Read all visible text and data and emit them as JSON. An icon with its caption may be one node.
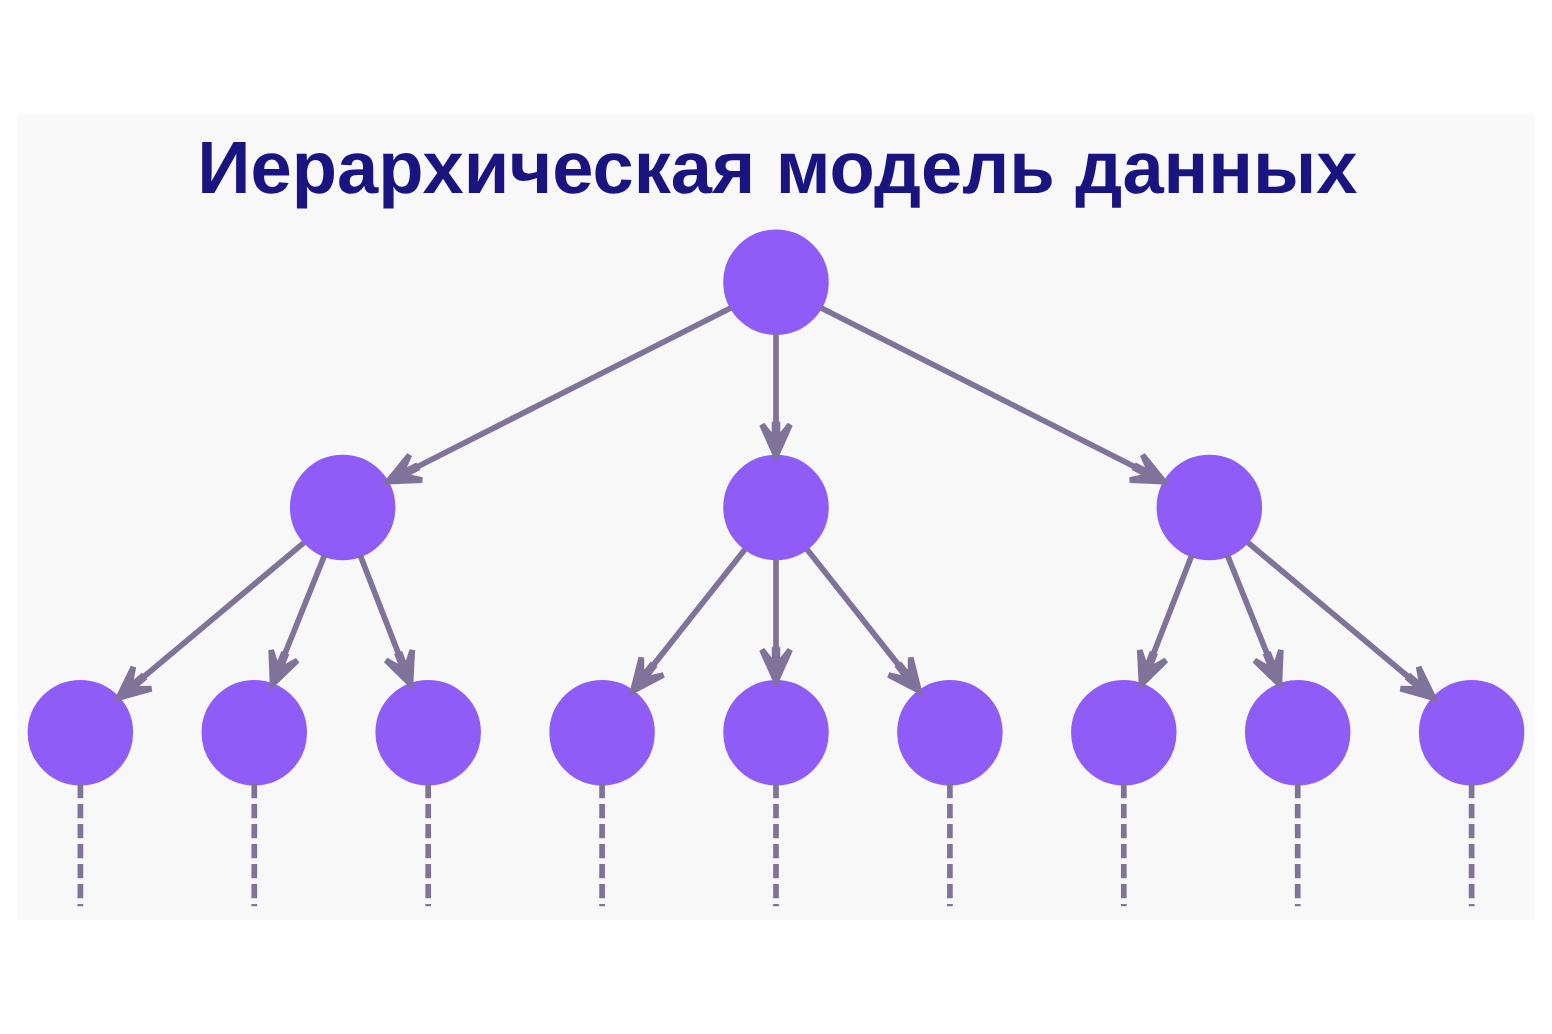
{
  "diagram": {
    "title": "Иерархическая модель данных",
    "nodes": [
      {
        "text": [],
        "shape": "circle"
      },
      {
        "text": [],
        "shape": "circle"
      },
      {
        "text": [],
        "shape": "circle"
      },
      {
        "text": [],
        "shape": "circle"
      },
      {
        "text": [],
        "shape": "circle"
      },
      {
        "text": [],
        "shape": "circle"
      },
      {
        "text": [],
        "shape": "circle"
      },
      {
        "text": [],
        "shape": "circle"
      },
      {
        "text": [],
        "shape": "circle"
      },
      {
        "text": [],
        "shape": "circle"
      },
      {
        "text": [],
        "shape": "circle"
      },
      {
        "text": [],
        "shape": "circle"
      },
      {
        "text": [],
        "shape": "circle"
      }
    ],
    "edges": [
      {
        "from": 0,
        "to": 1,
        "arrow": "to"
      },
      {
        "from": 0,
        "to": 2,
        "arrow": "to"
      },
      {
        "from": 0,
        "to": 3,
        "arrow": "to"
      },
      {
        "from": 1,
        "to": 4,
        "arrow": "to"
      },
      {
        "from": 1,
        "to": 5,
        "arrow": "to"
      },
      {
        "from": 1,
        "to": 6,
        "arrow": "to"
      },
      {
        "from": 2,
        "to": 7,
        "arrow": "to"
      },
      {
        "from": 2,
        "to": 8,
        "arrow": "to"
      },
      {
        "from": 2,
        "to": 9,
        "arrow": "to"
      },
      {
        "from": 3,
        "to": 10,
        "arrow": "to"
      },
      {
        "from": 3,
        "to": 11,
        "arrow": "to"
      },
      {
        "from": 3,
        "to": 12,
        "arrow": "to"
      },
      {
        "from": 4,
        "to": null,
        "arrow": "none",
        "style": "dashed"
      },
      {
        "from": 5,
        "to": null,
        "arrow": "none",
        "style": "dashed"
      },
      {
        "from": 6,
        "to": null,
        "arrow": "none",
        "style": "dashed"
      },
      {
        "from": 7,
        "to": null,
        "arrow": "none",
        "style": "dashed"
      },
      {
        "from": 8,
        "to": null,
        "arrow": "none",
        "style": "dashed"
      },
      {
        "from": 9,
        "to": null,
        "arrow": "none",
        "style": "dashed"
      },
      {
        "from": 10,
        "to": null,
        "arrow": "none",
        "style": "dashed"
      },
      {
        "from": 11,
        "to": null,
        "arrow": "none",
        "style": "dashed"
      },
      {
        "from": 12,
        "to": null,
        "arrow": "none",
        "style": "dashed"
      }
    ]
  }
}
